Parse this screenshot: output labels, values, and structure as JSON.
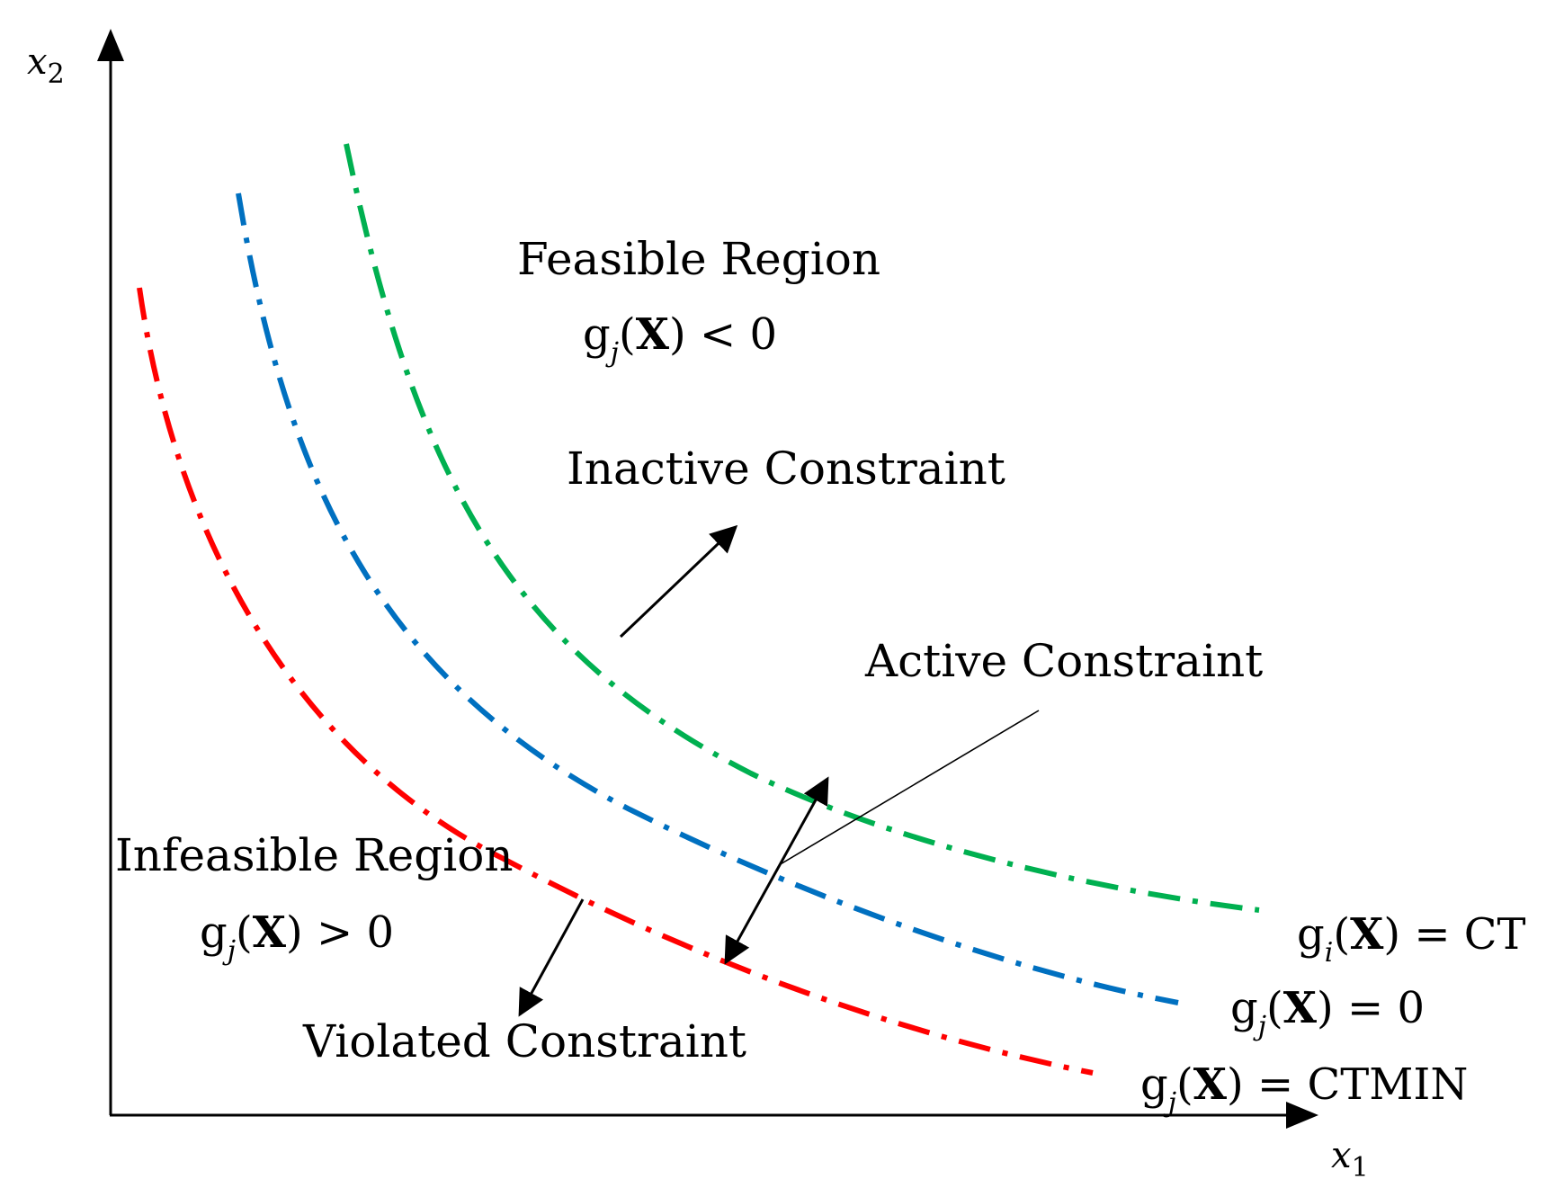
{
  "diagram": {
    "axes": {
      "x_label": "x",
      "x_subscript": "1",
      "y_label": "x",
      "y_subscript": "2"
    },
    "curves": [
      {
        "key": "ct",
        "color": "#00b050",
        "label_g": "g",
        "label_sub": "i",
        "label_lp": "(",
        "label_X": "X",
        "label_rp": ")",
        "label_rhs": " =  CT"
      },
      {
        "key": "zero",
        "color": "#0070c0",
        "label_g": "g",
        "label_sub": "j",
        "label_lp": "(",
        "label_X": "X",
        "label_rp": ")",
        "label_rhs": " =  0"
      },
      {
        "key": "ctmin",
        "color": "#ff0000",
        "label_g": "g",
        "label_sub": "j",
        "label_lp": "(",
        "label_X": "X",
        "label_rp": ")",
        "label_rhs": " =  CTMIN"
      }
    ],
    "regions": {
      "feasible": {
        "title": "Feasible Region",
        "g": "g",
        "sub": "j",
        "lp": "(",
        "X": "X",
        "rp": ")",
        "rhs": " < 0"
      },
      "infeasible": {
        "title": "Infeasible Region",
        "g": "g",
        "sub": "j",
        "lp": "(",
        "X": "X",
        "rp": ")",
        "rhs": " > 0"
      }
    },
    "annotations": {
      "inactive": "Inactive Constraint",
      "active": "Active Constraint",
      "violated": "Violated Constraint"
    }
  }
}
